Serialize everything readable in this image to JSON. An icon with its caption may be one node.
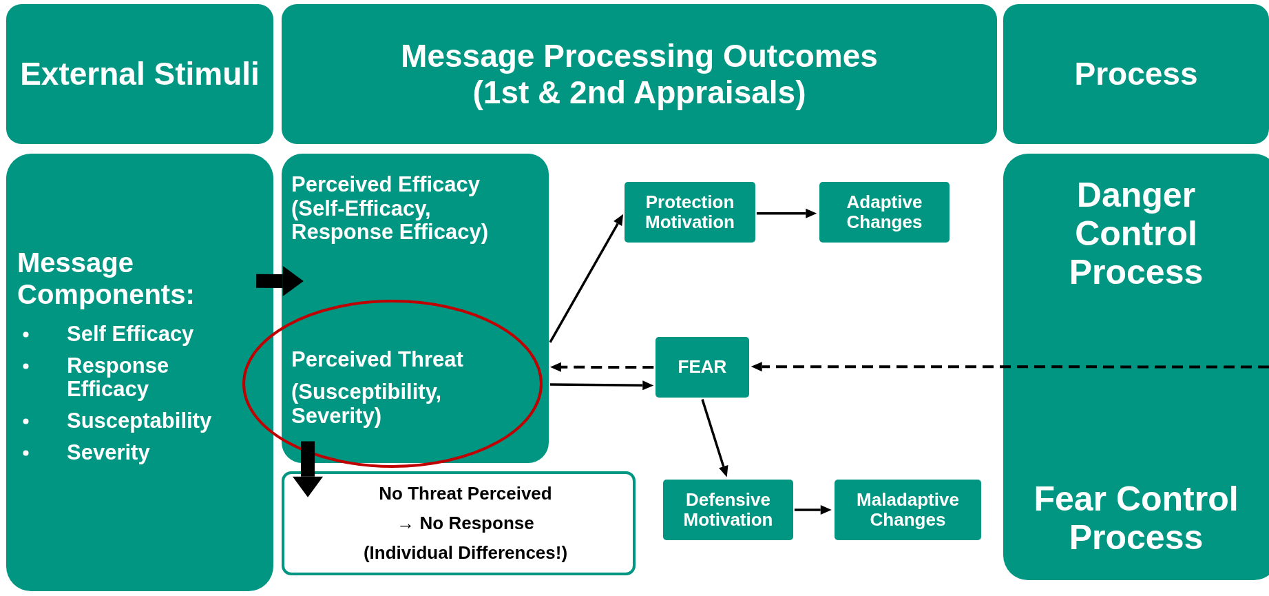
{
  "diagram": {
    "nodes": [
      {
        "text": [
          "External Stimuli"
        ]
      },
      {
        "text": [
          "Message Processing Outcomes (1st & 2nd Appraisals)"
        ]
      },
      {
        "text": [
          "Process"
        ]
      },
      {
        "text": [
          "Message Components:",
          "Self Efficacy",
          "Response Efficacy",
          "Susceptability",
          "Severity"
        ]
      },
      {
        "text": [
          "Perceived Efficacy (Self-Efficacy, Response Efficacy)",
          "Perceived Threat",
          "(Susceptibility, Severity)"
        ]
      },
      {
        "text": [
          "Protection Motivation"
        ]
      },
      {
        "text": [
          "Adaptive Changes"
        ]
      },
      {
        "text": [
          "FEAR"
        ]
      },
      {
        "text": [
          "No Threat Perceived",
          "→ No Response",
          "(Individual Differences!)"
        ]
      },
      {
        "text": [
          "Defensive Motivation"
        ]
      },
      {
        "text": [
          "Maladaptive Changes"
        ]
      },
      {
        "text": [
          "Danger Control Process",
          "Fear Control Process"
        ]
      }
    ],
    "edges": [
      {
        "from": 3,
        "to": 4,
        "arrow": "to",
        "style": "thick"
      },
      {
        "from": 4,
        "to": 8,
        "arrow": "to",
        "style": "thick"
      },
      {
        "from": 4,
        "to": 5,
        "arrow": "to"
      },
      {
        "from": 5,
        "to": 6,
        "arrow": "to"
      },
      {
        "from": 7,
        "to": 4,
        "arrow": "to",
        "style": "dashed"
      },
      {
        "from": 4,
        "to": 7,
        "arrow": "to"
      },
      {
        "from": 7,
        "to": 9,
        "arrow": "to"
      },
      {
        "from": 9,
        "to": 10,
        "arrow": "to"
      },
      {
        "from": 11,
        "to": 7,
        "arrow": "to",
        "style": "dashed"
      }
    ]
  }
}
